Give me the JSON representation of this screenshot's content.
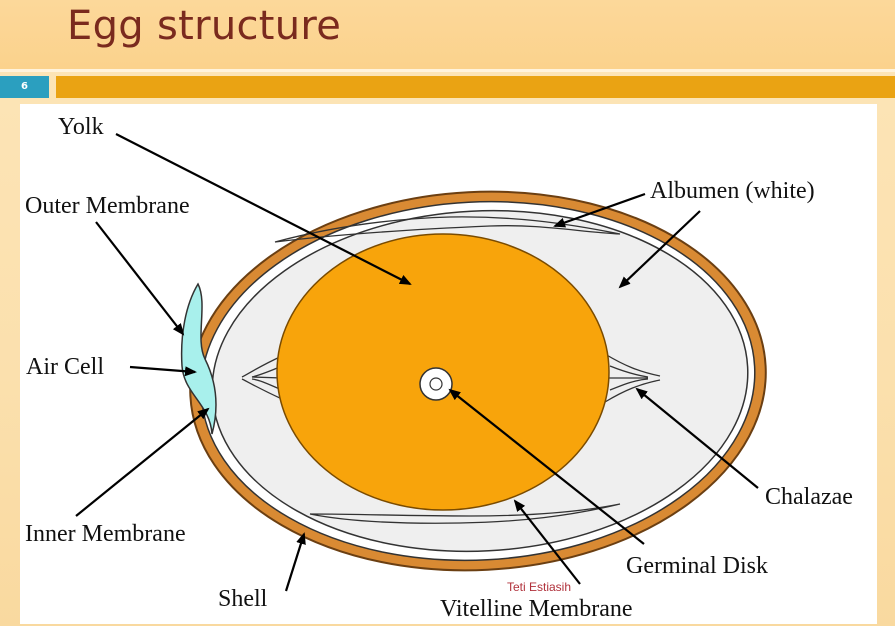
{
  "slide": {
    "title": "Egg structure",
    "number": "6"
  },
  "diagram": {
    "labels": {
      "yolk": "Yolk",
      "outer_membrane": "Outer Membrane",
      "albumen": "Albumen (white)",
      "air_cell": "Air Cell",
      "inner_membrane": "Inner Membrane",
      "chalazae": "Chalazae",
      "germinal_disk": "Germinal Disk",
      "shell": "Shell",
      "vitelline_membrane": "Vitelline Membrane"
    },
    "watermark": "Teti Estiasih",
    "colors": {
      "shell": "#d98a33",
      "albumen": "#efefef",
      "yolk": "#f8a40b",
      "air_cell": "#a8f0ec",
      "accent_bar": "#eaa313",
      "slide_number_box": "#2b9fbf",
      "title": "#7a2a1e"
    }
  }
}
